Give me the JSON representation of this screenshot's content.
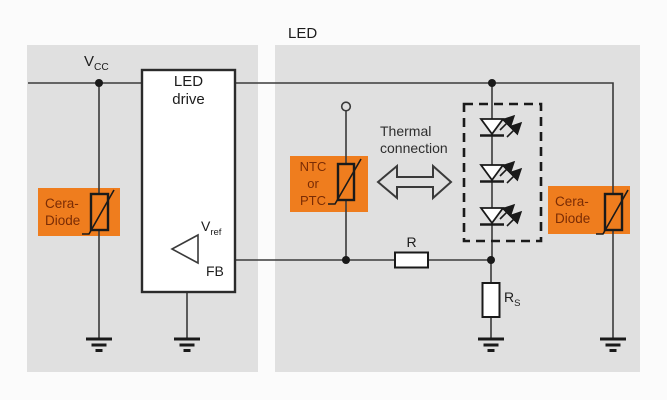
{
  "colors": {
    "background": "#fbfbfb",
    "panel_gray": "#e0e0e0",
    "wire": "#3a3a3a",
    "symbol_black": "#1a1a1a",
    "box_fill": "#ffffff",
    "highlight_orange": "#ef7d1e",
    "highlight_text": "#7a2c05"
  },
  "labels": {
    "led_section": "LED",
    "vcc": {
      "base": "V",
      "sub": "CC"
    },
    "led_drive": {
      "line1": "LED",
      "line2": "drive"
    },
    "vref": {
      "base": "V",
      "sub": "ref"
    },
    "fb": "FB",
    "thermal": {
      "line1": "Thermal",
      "line2": "connection"
    },
    "r": "R",
    "rs": {
      "base": "R",
      "sub": "S"
    }
  },
  "boxes": {
    "ntc": {
      "line1": "NTC",
      "line2": "or",
      "line3": "PTC"
    },
    "cera_left": {
      "line1": "Cera-",
      "line2": "Diode"
    },
    "cera_right": {
      "line1": "Cera-",
      "line2": "Diode"
    }
  }
}
